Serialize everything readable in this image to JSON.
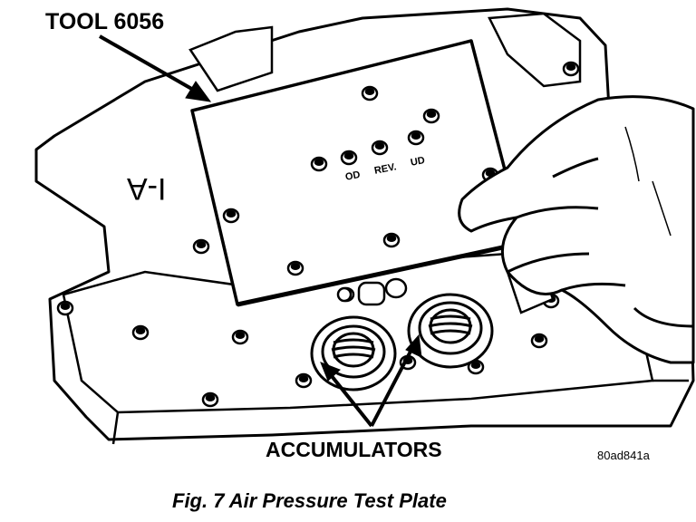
{
  "labels": {
    "tool": "TOOL 6056",
    "accumulators": "ACCUMULATORS",
    "figure_code": "80ad841a",
    "caption": "Fig. 7 Air Pressure Test Plate"
  },
  "plate_markings": {
    "od": "OD",
    "rev": "REV.",
    "ud": "UD"
  },
  "case_stamp": "A-I"
}
